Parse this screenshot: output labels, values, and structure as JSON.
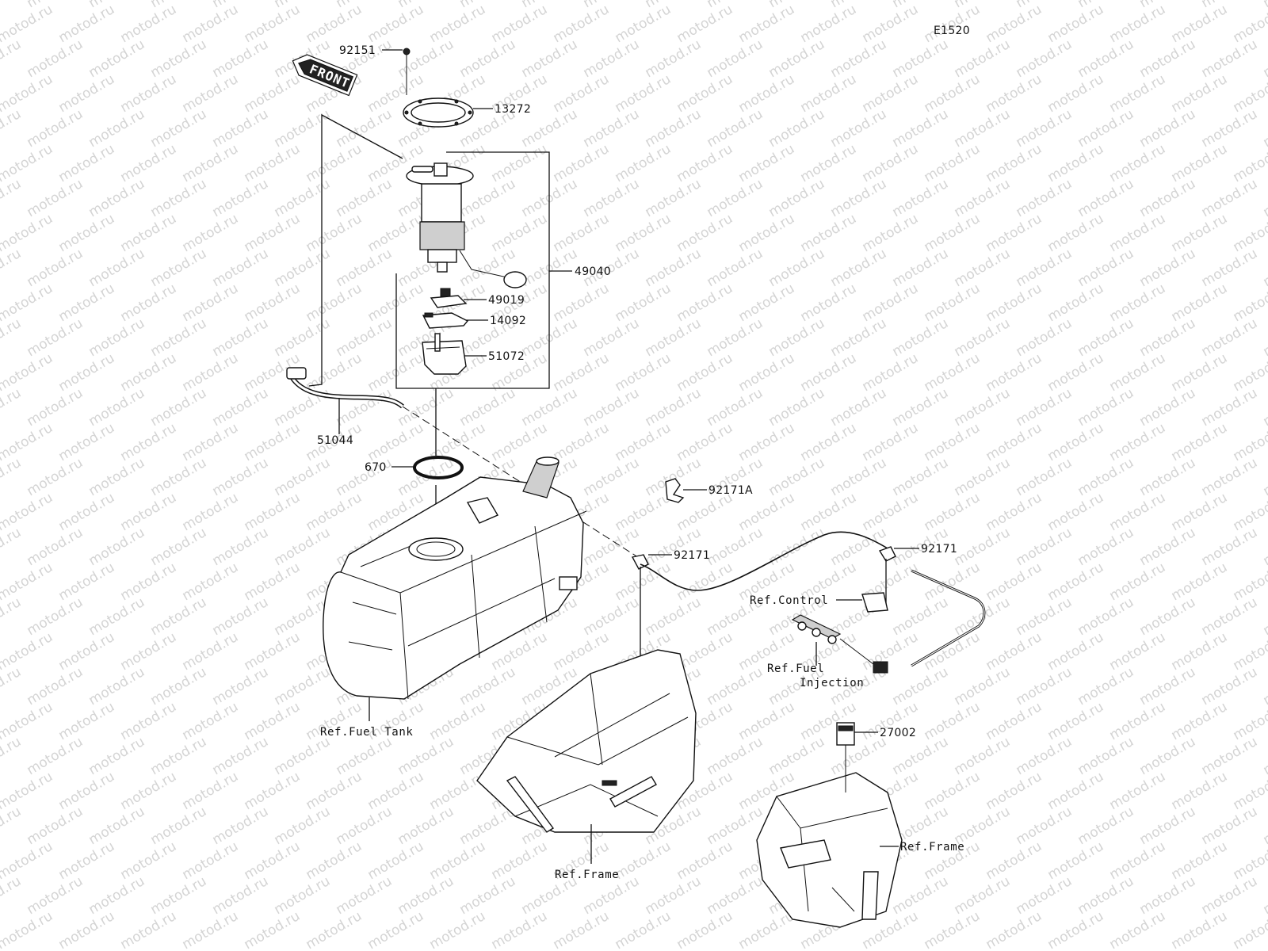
{
  "diagram_code": "E1520",
  "watermark": "motod.ru",
  "front_arrow_label": "FRONT",
  "callouts": {
    "screw": "92151",
    "plate": "13272",
    "pump_assy": "49040",
    "nut": "49019",
    "cover": "14092",
    "filter_case": "51072",
    "hose": "51044",
    "o_ring": "670",
    "clamp_a": "92171A",
    "clamp_left": "92171",
    "clamp_right": "92171",
    "connector": "27002"
  },
  "references": {
    "fuel_tank": "Ref.Fuel Tank",
    "control": "Ref.Control",
    "fuel_injection_line1": "Ref.Fuel",
    "fuel_injection_line2": "Injection",
    "frame_center": "Ref.Frame",
    "frame_right": "Ref.Frame"
  }
}
